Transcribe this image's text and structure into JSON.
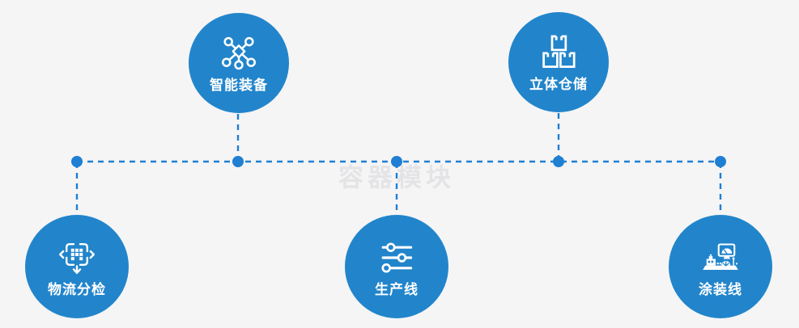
{
  "watermark": "容器模块",
  "colors": {
    "node_blue": "#2285cb",
    "connector_blue": "#1f7fd2",
    "background": "#f5f5f6",
    "watermark": "#e4e4e6"
  },
  "nodes": [
    {
      "id": "smart-equipment",
      "label": "智能装备",
      "icon": "network-nodes-icon",
      "position": "top-left"
    },
    {
      "id": "stereo-warehouse",
      "label": "立体仓储",
      "icon": "stacked-boxes-icon",
      "position": "top-right"
    },
    {
      "id": "logistics-sorting",
      "label": "物流分检",
      "icon": "sorting-arrows-icon",
      "position": "bottom-left"
    },
    {
      "id": "production-line",
      "label": "生产线",
      "icon": "sliders-icon",
      "position": "bottom-middle"
    },
    {
      "id": "coating-line",
      "label": "涂装线",
      "icon": "machine-monitor-icon",
      "position": "bottom-right"
    }
  ]
}
